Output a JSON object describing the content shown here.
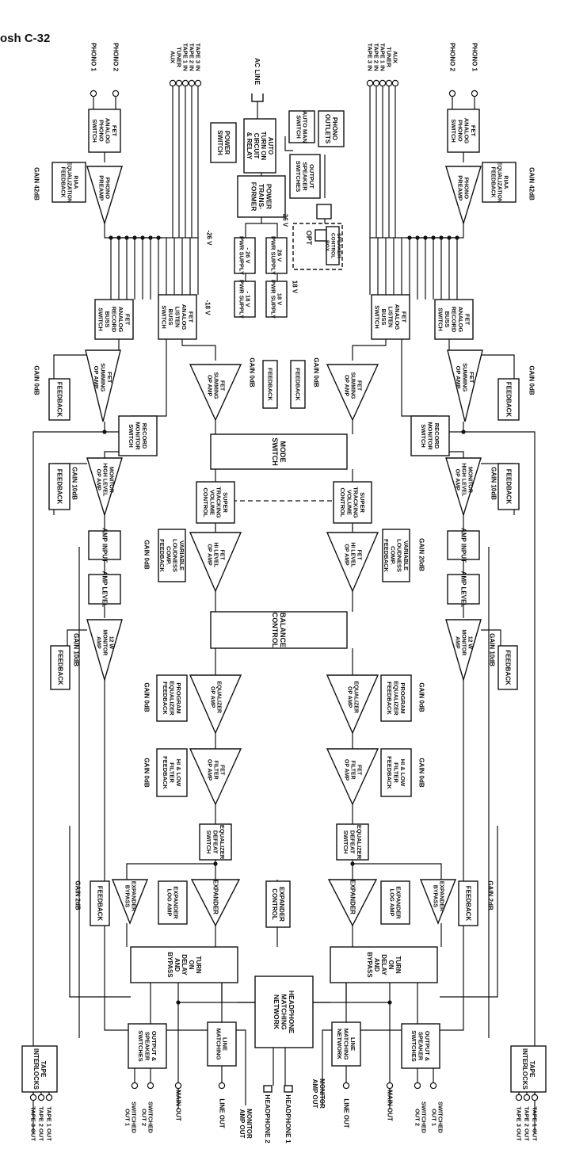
{
  "title": "osh C-32",
  "colors": {
    "ink": "#111111",
    "paper": "#ffffff"
  },
  "center": {
    "ac_line": "AC LINE",
    "power_switch": [
      "POWER",
      "SWITCH"
    ],
    "turn_on": [
      "AUTO",
      "TURN ON",
      "CIRCUIT",
      "& RELAY"
    ],
    "auto_man": [
      "AUTO MAN",
      "SWITCH"
    ],
    "phono_outlets": [
      "PHONO",
      "OUTLETS"
    ],
    "power_transformer": [
      "POWER",
      "TRANS-",
      "FORMER"
    ],
    "output_speaker_switches": [
      "OUTPUT",
      "SPEAKER",
      "SWITCHES"
    ],
    "opt": "OPT",
    "speaker_control_box": [
      "SPEAKER",
      "CONTROL",
      "BOX"
    ],
    "plus26_label": "26 V",
    "plus26_supply": [
      "26 V",
      "PWR SUPPLY"
    ],
    "minus26_label": "-26 V",
    "minus26_supply": [
      "- 26 V",
      "PWR SUPPLY"
    ],
    "plus18_label": "18 V",
    "plus18_supply": [
      "18 V",
      "PWR SUPPLY"
    ],
    "minus18_label": "-18 V",
    "minus18_supply": [
      "- 18 V",
      "PWR SUPPLY"
    ],
    "mode_switch": [
      "MODE",
      "SWITCH"
    ],
    "balance_control": [
      "BALANCE",
      "CONTROL"
    ],
    "expander_control": [
      "EXPANDER",
      "CONTROL"
    ],
    "headphone_network": [
      "HEADPHONE",
      "MATCHING",
      "NETWORK"
    ],
    "headphone_2": "HEADPHONE 2",
    "headphone_1": "HEADPHONE 1",
    "monitor_amp_out_left": [
      "MONITOR",
      "AMP OUT"
    ],
    "monitor_amp_out_right": [
      "MONITOR",
      "AMP OUT"
    ]
  },
  "left": {
    "inputs_phono": [
      "PHONO 1",
      "PHONO 2"
    ],
    "inputs_line": [
      "TAPE 3 IN",
      "TAPE 2 IN",
      "TAPE 1 IN",
      "TUNER",
      "AUX"
    ],
    "phono_switch": [
      "FET",
      "ANALOG",
      "PHONO",
      "SWITCH"
    ],
    "riaa_feedback": [
      "RIAA",
      "EQUALIZATION",
      "FEEDBACK"
    ],
    "phono_preamp": [
      "PHONO",
      "PREAMP"
    ],
    "phono_gain": "GAIN 42dB",
    "record_buss": [
      "FET",
      "ANALOG",
      "RECORD",
      "BUSS",
      "SWITCH"
    ],
    "listen_buss": [
      "FET",
      "ANALOG",
      "LISTEN",
      "BUSS",
      "SWITCH"
    ],
    "record_summing": [
      "FET",
      "SUMMING",
      "OP AMP"
    ],
    "record_summing_feedback": "FEEDBACK",
    "record_summing_gain": "GAIN 0dB",
    "listen_summing": [
      "FET",
      "SUMMING",
      "OP AMP"
    ],
    "listen_summing_feedback": "FEEDBACK",
    "listen_summing_gain": "GAIN 0dB",
    "record_monitor_switch": [
      "RECORD",
      "MONITOR",
      "SWITCH"
    ],
    "monitor_hl": [
      "MONITOR",
      "HIGH LEVEL",
      "OP AMP"
    ],
    "monitor_hl_feedback": "FEEDBACK",
    "monitor_hl_gain": "GAIN 10dB",
    "super_tracking": [
      "SUPER",
      "TRACKING",
      "VOLUME",
      "CONTROL"
    ],
    "amp_input": "AMP INPUT",
    "amp_level": "AMP LEVEL",
    "hi_level": [
      "FET",
      "HI LEVEL",
      "OP AMP"
    ],
    "loudness": [
      "VARIABLE",
      "LOUDNESS",
      "COMP.",
      "FEEDBACK"
    ],
    "loudness_gain": "GAIN 0dB",
    "monitor_amp": [
      "12 W",
      "MONITOR",
      "AMP"
    ],
    "monitor_amp_feedback": "FEEDBACK",
    "monitor_amp_gain": "GAIN 10dB",
    "equalizer": [
      "EQUALIZER",
      "OP AMP"
    ],
    "program_eq": [
      "PROGRAM",
      "EQUALIZER",
      "FEEDBACK"
    ],
    "equalizer_gain": "GAIN 0dB",
    "filter": [
      "FET",
      "FILTER",
      "OP AMP"
    ],
    "hi_low_filter": [
      "HI & LOW",
      "FILTER",
      "FEEDBACK"
    ],
    "filter_gain": "GAIN 0dB",
    "eq_defeat": [
      "EQUALIZER",
      "DEFEAT",
      "SWITCH"
    ],
    "expander_bypass": [
      "EXPANDER",
      "BYPASS"
    ],
    "expander_bypass_feedback": "FEEDBACK",
    "expander_bypass_gain": "GAIN 2dB",
    "expander_log_amp": [
      "EXPANDER",
      "LOG AMP"
    ],
    "expander": "EXPANDER",
    "turn_on_delay": [
      "TURN",
      "ON",
      "DELAY",
      "AND",
      "BYPASS"
    ],
    "tape_interlocks": [
      "TAPE",
      "INTERLOCKS"
    ],
    "tape_outs": [
      "TAPE 3 OUT",
      "TAPE 2 OUT",
      "TAPE 1 OUT"
    ],
    "output_speaker_switches": [
      "OUTPUT &",
      "SPEAKER",
      "SWITCHES"
    ],
    "switched_out_2": [
      "SWITCHED",
      "OUT 2"
    ],
    "switched_out_1": [
      "SWITCHED",
      "OUT 1"
    ],
    "main_out": "MAIN OUT",
    "line_matching": [
      "LINE",
      "MATCHING"
    ],
    "line_out": "LINE OUT"
  },
  "right": {
    "inputs_phono": [
      "PHONO 1",
      "PHONO 2"
    ],
    "inputs_line": [
      "TAPE 3 IN",
      "TAPE 2 IN",
      "TAPE 1 IN",
      "TUNER",
      "AUX"
    ],
    "phono_switch": [
      "FET",
      "ANALOG",
      "PHONO",
      "SWITCH"
    ],
    "riaa_feedback": [
      "RIAA",
      "EQUALIZATION",
      "FEEDBACK"
    ],
    "phono_preamp": [
      "PHONO",
      "PREAMP"
    ],
    "phono_gain": "GAIN 42dB",
    "record_buss": [
      "FET",
      "ANALOG",
      "RECORD",
      "BUSS",
      "SWITCH"
    ],
    "listen_buss": [
      "FET",
      "ANALOG",
      "LISTEN",
      "BUSS",
      "SWITCH"
    ],
    "record_summing": [
      "FET",
      "SUMMING",
      "OP AMP"
    ],
    "record_summing_feedback": "FEEDBACK",
    "record_summing_gain": "GAIN 0dB",
    "listen_summing": [
      "FET",
      "SUMMING",
      "OP AMP"
    ],
    "listen_summing_feedback": "FEEDBACK",
    "listen_summing_gain": "GAIN 0dB",
    "record_monitor_switch": [
      "RECORD",
      "MONITOR",
      "SWITCH"
    ],
    "monitor_hl": [
      "MONITOR",
      "HIGH LEVEL",
      "OP AMP"
    ],
    "monitor_hl_feedback": "FEEDBACK",
    "monitor_hl_gain": "GAIN 10dB",
    "super_tracking": [
      "SUPER",
      "TRACKING",
      "VOLUME",
      "CONTROL"
    ],
    "amp_input": "AMP INPUT",
    "amp_level": "AMP LEVEL",
    "hi_level": [
      "FET",
      "HI LEVEL",
      "OP AMP"
    ],
    "loudness": [
      "VARIABLE",
      "LOUDNESS",
      "COMP.",
      "FEEDBACK"
    ],
    "loudness_gain": "GAIN 20dB",
    "monitor_amp": [
      "12 W",
      "MONITOR",
      "AMP"
    ],
    "monitor_amp_feedback": "FEEDBACK",
    "monitor_amp_gain": "GAIN 10dB",
    "equalizer": [
      "EQUALIZER",
      "OP AMP"
    ],
    "program_eq": [
      "PROGRAM",
      "EQUALIZER",
      "FEEDBACK"
    ],
    "equalizer_gain": "GAIN 0dB",
    "filter": [
      "FET",
      "FILTER",
      "OP AMP"
    ],
    "hi_low_filter": [
      "HI & LOW",
      "FILTER",
      "FEEDBACK"
    ],
    "filter_gain": "GAIN 0dB",
    "eq_defeat": [
      "EQUALIZER",
      "DEFEAT",
      "SWITCH"
    ],
    "expander_bypass": [
      "EXPANDER",
      "BYPASS"
    ],
    "expander_bypass_feedback": "FEEDBACK",
    "expander_bypass_gain": "GAIN 2dB",
    "expander_log_amp": [
      "EXPANDER",
      "LOG AMP"
    ],
    "expander": "EXPANDER",
    "turn_on_delay": [
      "TURN",
      "ON",
      "DELAY",
      "AND",
      "BYPASS"
    ],
    "tape_interlocks": [
      "TAPE",
      "INTERLOCKS"
    ],
    "tape_outs": [
      "TAPE 1 OUT",
      "TAPE 2 OUT",
      "TAPE 3 OUT"
    ],
    "output_speaker_switches": [
      "OUTPUT &",
      "SPEAKER",
      "SWITCHES"
    ],
    "switched_out_2": [
      "SWITCHED",
      "OUT 2"
    ],
    "switched_out_1": [
      "SWITCHED",
      "OUT 1"
    ],
    "main_out": "MAIN OUT",
    "line_matching": [
      "LINE",
      "MATCHING",
      "NETWORK"
    ],
    "line_out": "LINE OUT"
  }
}
